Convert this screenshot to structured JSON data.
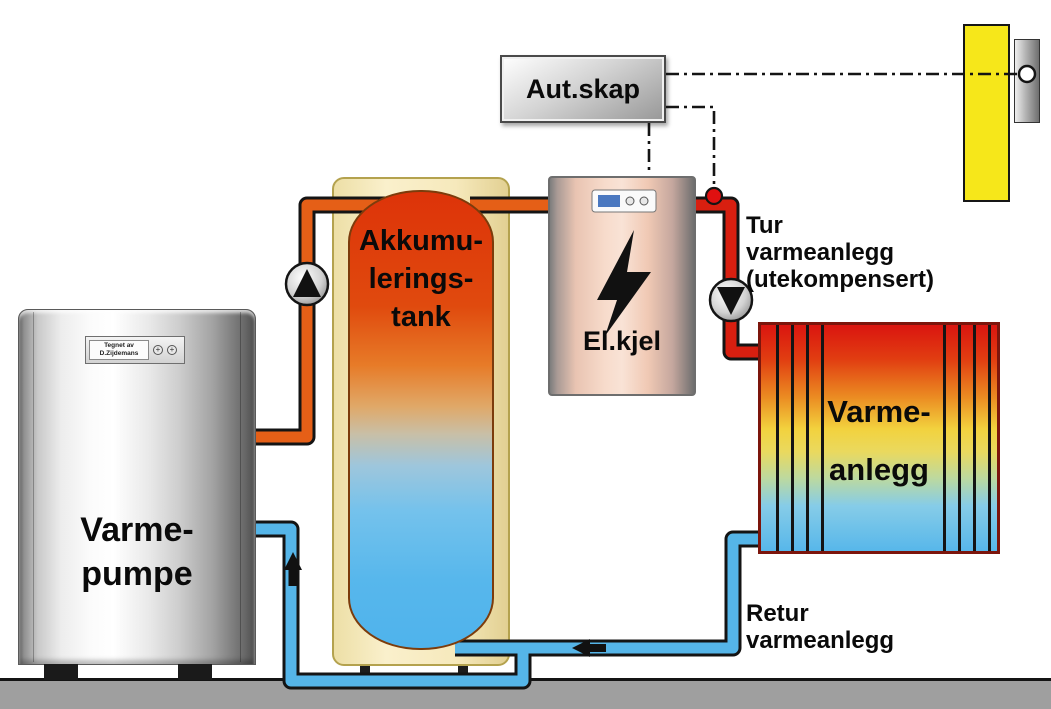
{
  "diagram": {
    "heat_pump": {
      "label_line1": "Varme-",
      "label_line2": "pumpe",
      "panel_line1": "Tegnet av",
      "panel_line2": "D.Zijdemans",
      "knob_glyph": "+"
    },
    "accumulator_tank": {
      "label_line1": "Akkumu-",
      "label_line2": "lerings-",
      "label_line3": "tank"
    },
    "electric_boiler": {
      "label": "El.kjel"
    },
    "control_cabinet": {
      "label": "Aut.skap"
    },
    "heating_system": {
      "label_line1": "Varme-",
      "label_line2": "anlegg"
    },
    "supply_label": {
      "line1": "Tur",
      "line2": "varmeanlegg",
      "line3": "(utekompensert)"
    },
    "return_label": {
      "line1": "Retur",
      "line2": "varmeanlegg"
    }
  },
  "colors": {
    "hot_pipe": "#e55f17",
    "flow_pipe": "#d81f10",
    "return_pipe": "#55b5e8",
    "outline": "#141414",
    "tank_hot_top": "#dd3309",
    "tank_cold_bottom": "#4fb3ec",
    "radiator_hot": "#da1510",
    "radiator_cold": "#57b7ea",
    "wall_yellow": "#f6e71a",
    "floor_gray": "#9f9f9f",
    "sensor_bulb_red": "#e01010"
  }
}
